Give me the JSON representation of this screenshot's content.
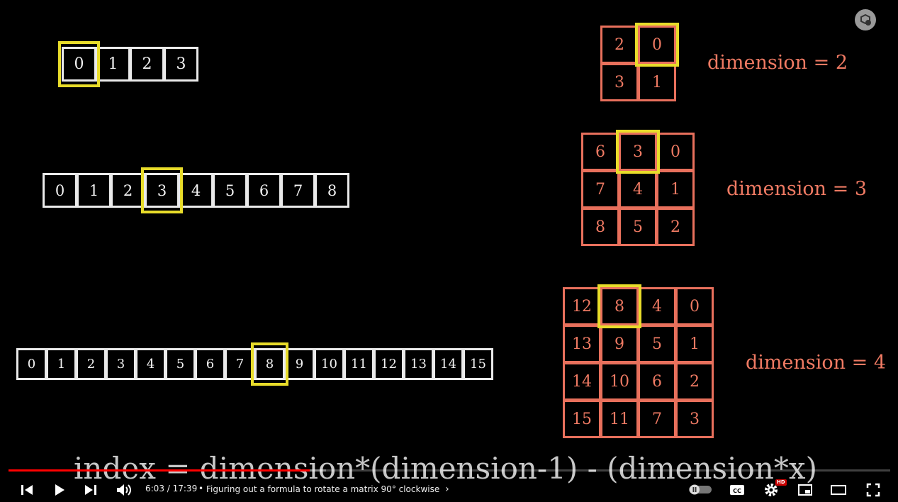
{
  "video": {
    "arrays": [
      {
        "values": [
          "0",
          "1",
          "2",
          "3"
        ],
        "highlight": 0
      },
      {
        "values": [
          "0",
          "1",
          "2",
          "3",
          "4",
          "5",
          "6",
          "7",
          "8"
        ],
        "highlight": 3
      },
      {
        "values": [
          "0",
          "1",
          "2",
          "3",
          "4",
          "5",
          "6",
          "7",
          "8",
          "9",
          "10",
          "11",
          "12",
          "13",
          "14",
          "15"
        ],
        "highlight": 8
      }
    ],
    "grids": [
      {
        "rows": [
          [
            "2",
            "0"
          ],
          [
            "3",
            "1"
          ]
        ],
        "highlight": [
          0,
          1
        ],
        "label": "dimension = 2"
      },
      {
        "rows": [
          [
            "6",
            "3",
            "0"
          ],
          [
            "7",
            "4",
            "1"
          ],
          [
            "8",
            "5",
            "2"
          ]
        ],
        "highlight": [
          0,
          1
        ],
        "label": "dimension = 3"
      },
      {
        "rows": [
          [
            "12",
            "8",
            "4",
            "0"
          ],
          [
            "13",
            "9",
            "5",
            "1"
          ],
          [
            "14",
            "10",
            "6",
            "2"
          ],
          [
            "15",
            "11",
            "7",
            "3"
          ]
        ],
        "highlight": [
          0,
          1
        ],
        "label": "dimension = 4"
      }
    ],
    "formula": "index = dimension*(dimension-1) - (dimension*x)"
  },
  "colors": {
    "array_border": "#eaeaea",
    "grid": "#e8705c",
    "highlight": "#e8dc2a",
    "progress": "#ff0000"
  },
  "player": {
    "time": "6:03 / 17:39",
    "separator": "•",
    "title": "Figuring out a formula to rotate a matrix 90° clockwise",
    "chapter_chevron": "›",
    "hd_badge": "HD",
    "progress_fraction": 0.342,
    "buffer_fraction": 0.36,
    "icons": [
      "previous-icon",
      "play-icon",
      "next-icon",
      "volume-icon",
      "autoplay-toggle",
      "captions-icon",
      "settings-icon",
      "miniplayer-icon",
      "theater-icon",
      "fullscreen-icon",
      "channel-watermark-icon"
    ]
  }
}
